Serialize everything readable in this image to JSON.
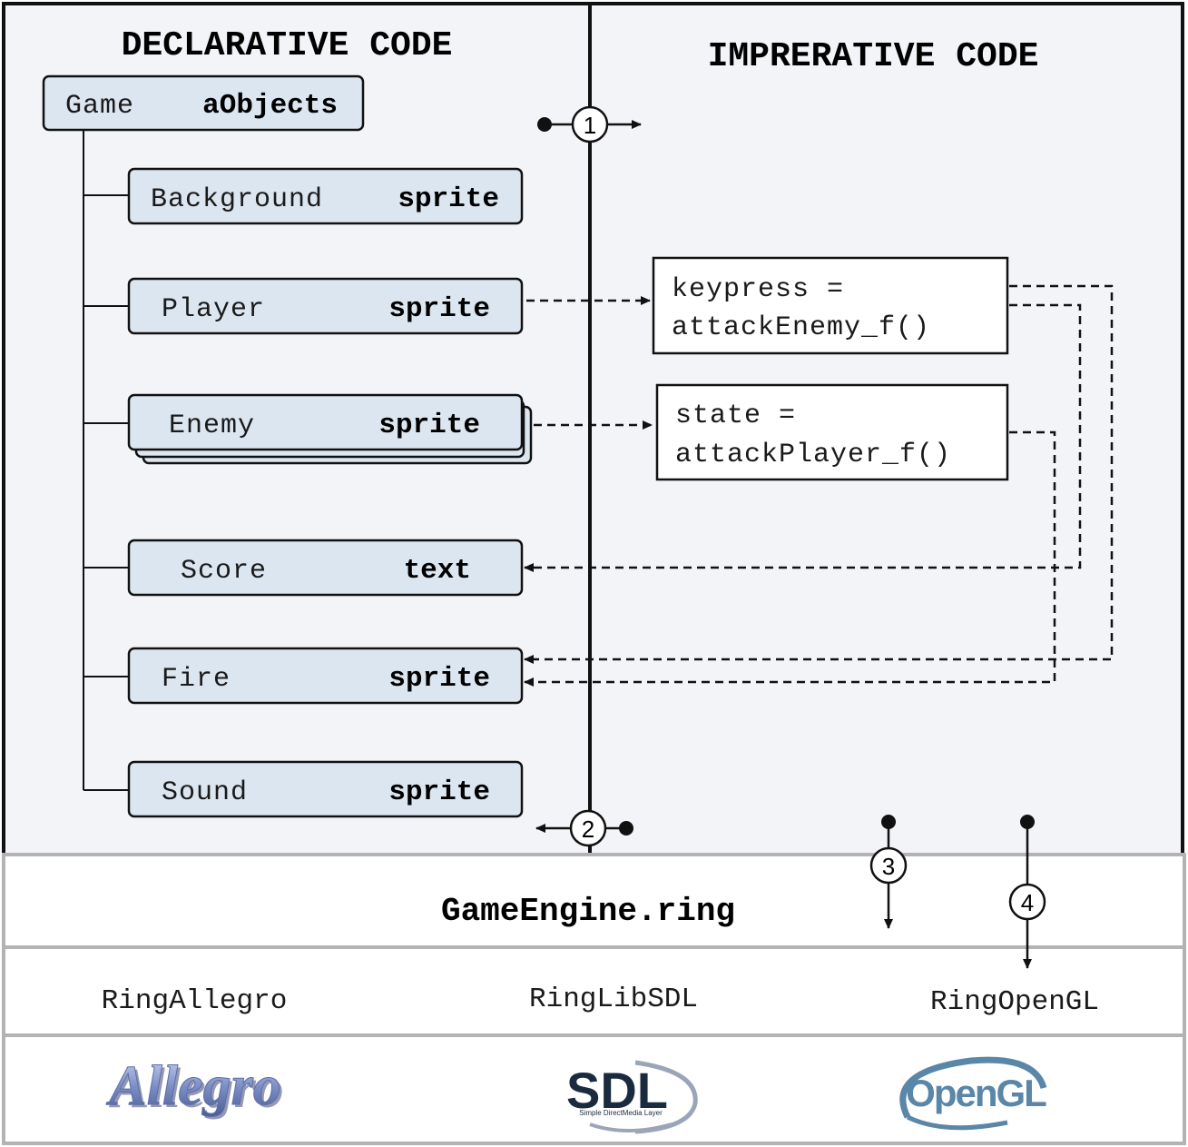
{
  "headings": {
    "declarative": "DECLARATIVE CODE",
    "imperative": "IMPRERATIVE CODE"
  },
  "root": {
    "name": "Game",
    "type": "aObjects"
  },
  "objects": [
    {
      "name": "Background",
      "type": "sprite"
    },
    {
      "name": "Player",
      "type": "sprite"
    },
    {
      "name": "Enemy",
      "type": "sprite"
    },
    {
      "name": "Score",
      "type": "text"
    },
    {
      "name": "Fire",
      "type": "sprite"
    },
    {
      "name": "Sound",
      "type": "sprite"
    }
  ],
  "imperative_blocks": [
    {
      "line1": "keypress =",
      "line2": "attackEnemy_f()"
    },
    {
      "line1": "state =",
      "line2": "attackPlayer_f()"
    }
  ],
  "steps": [
    "1",
    "2",
    "3",
    "4"
  ],
  "engine": "GameEngine.ring",
  "libraries": [
    "RingAllegro",
    "RingLibSDL",
    "RingOpenGL"
  ],
  "logos": {
    "allegro": "Allegro",
    "sdl": "SDL",
    "sdl_sub": "Simple DirectMedia Layer",
    "opengl": "OpenGL"
  },
  "colors": {
    "panel_bg": "#f2f4f7",
    "node_fill": "#dce6f1",
    "border": "#111111",
    "separator": "#b3b3b3",
    "opengl_blue": "#5a86a8",
    "sdl_dark": "#1b2b3f"
  }
}
